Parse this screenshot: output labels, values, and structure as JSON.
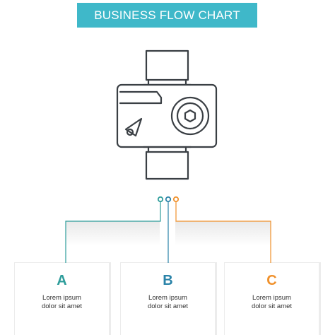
{
  "title": "BUSINESS FLOW CHART",
  "colors": {
    "accent": "#3fb8c9",
    "teal": "#2e9d9b",
    "blue": "#2a83a8",
    "orange": "#f0912c",
    "outline": "#3a3f44",
    "shadow": "#e6e6e6"
  },
  "icon": "action-camera-wrist-strap-icon",
  "steps": [
    {
      "letter": "A",
      "line1": "Lorem ipsum",
      "line2": "dolor sit amet",
      "color": "#2e9d9b"
    },
    {
      "letter": "B",
      "line1": "Lorem ipsum",
      "line2": "dolor sit amet",
      "color": "#2a83a8"
    },
    {
      "letter": "C",
      "line1": "Lorem ipsum",
      "line2": "dolor sit amet",
      "color": "#f0912c"
    }
  ]
}
